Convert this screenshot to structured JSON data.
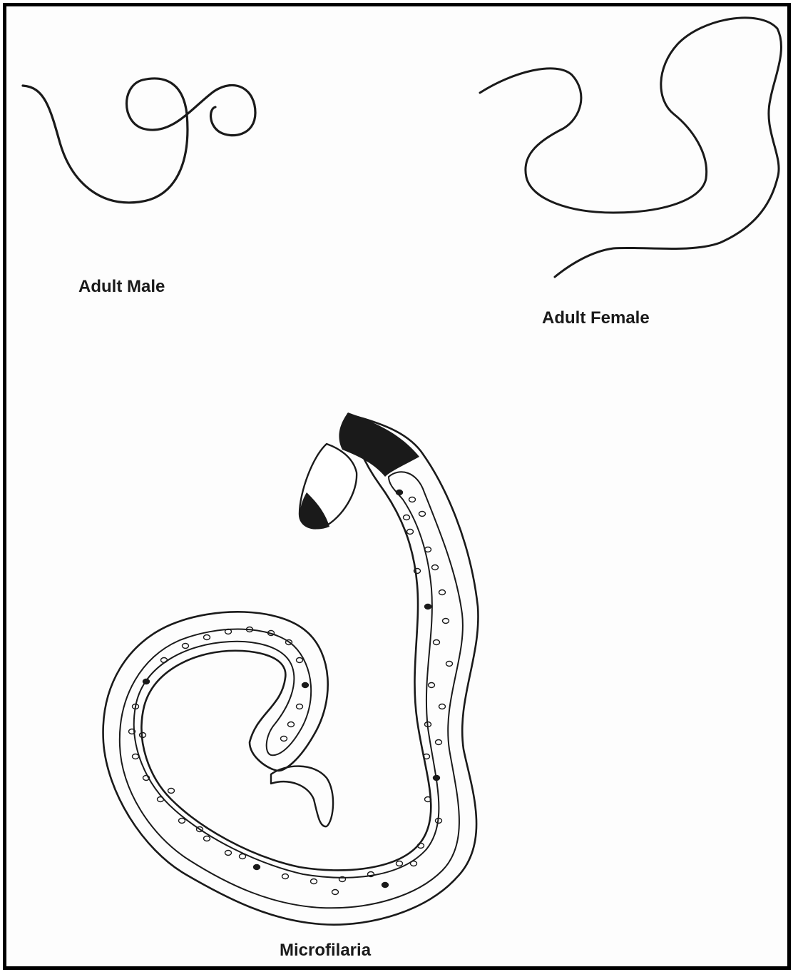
{
  "figure": {
    "labels": {
      "adult_male": "Adult Male",
      "adult_female": "Adult Female",
      "microfilaria": "Microfilaria"
    },
    "colors": {
      "stroke": "#1a1a1a",
      "frame": "#000000",
      "background": "#ffffff"
    }
  }
}
